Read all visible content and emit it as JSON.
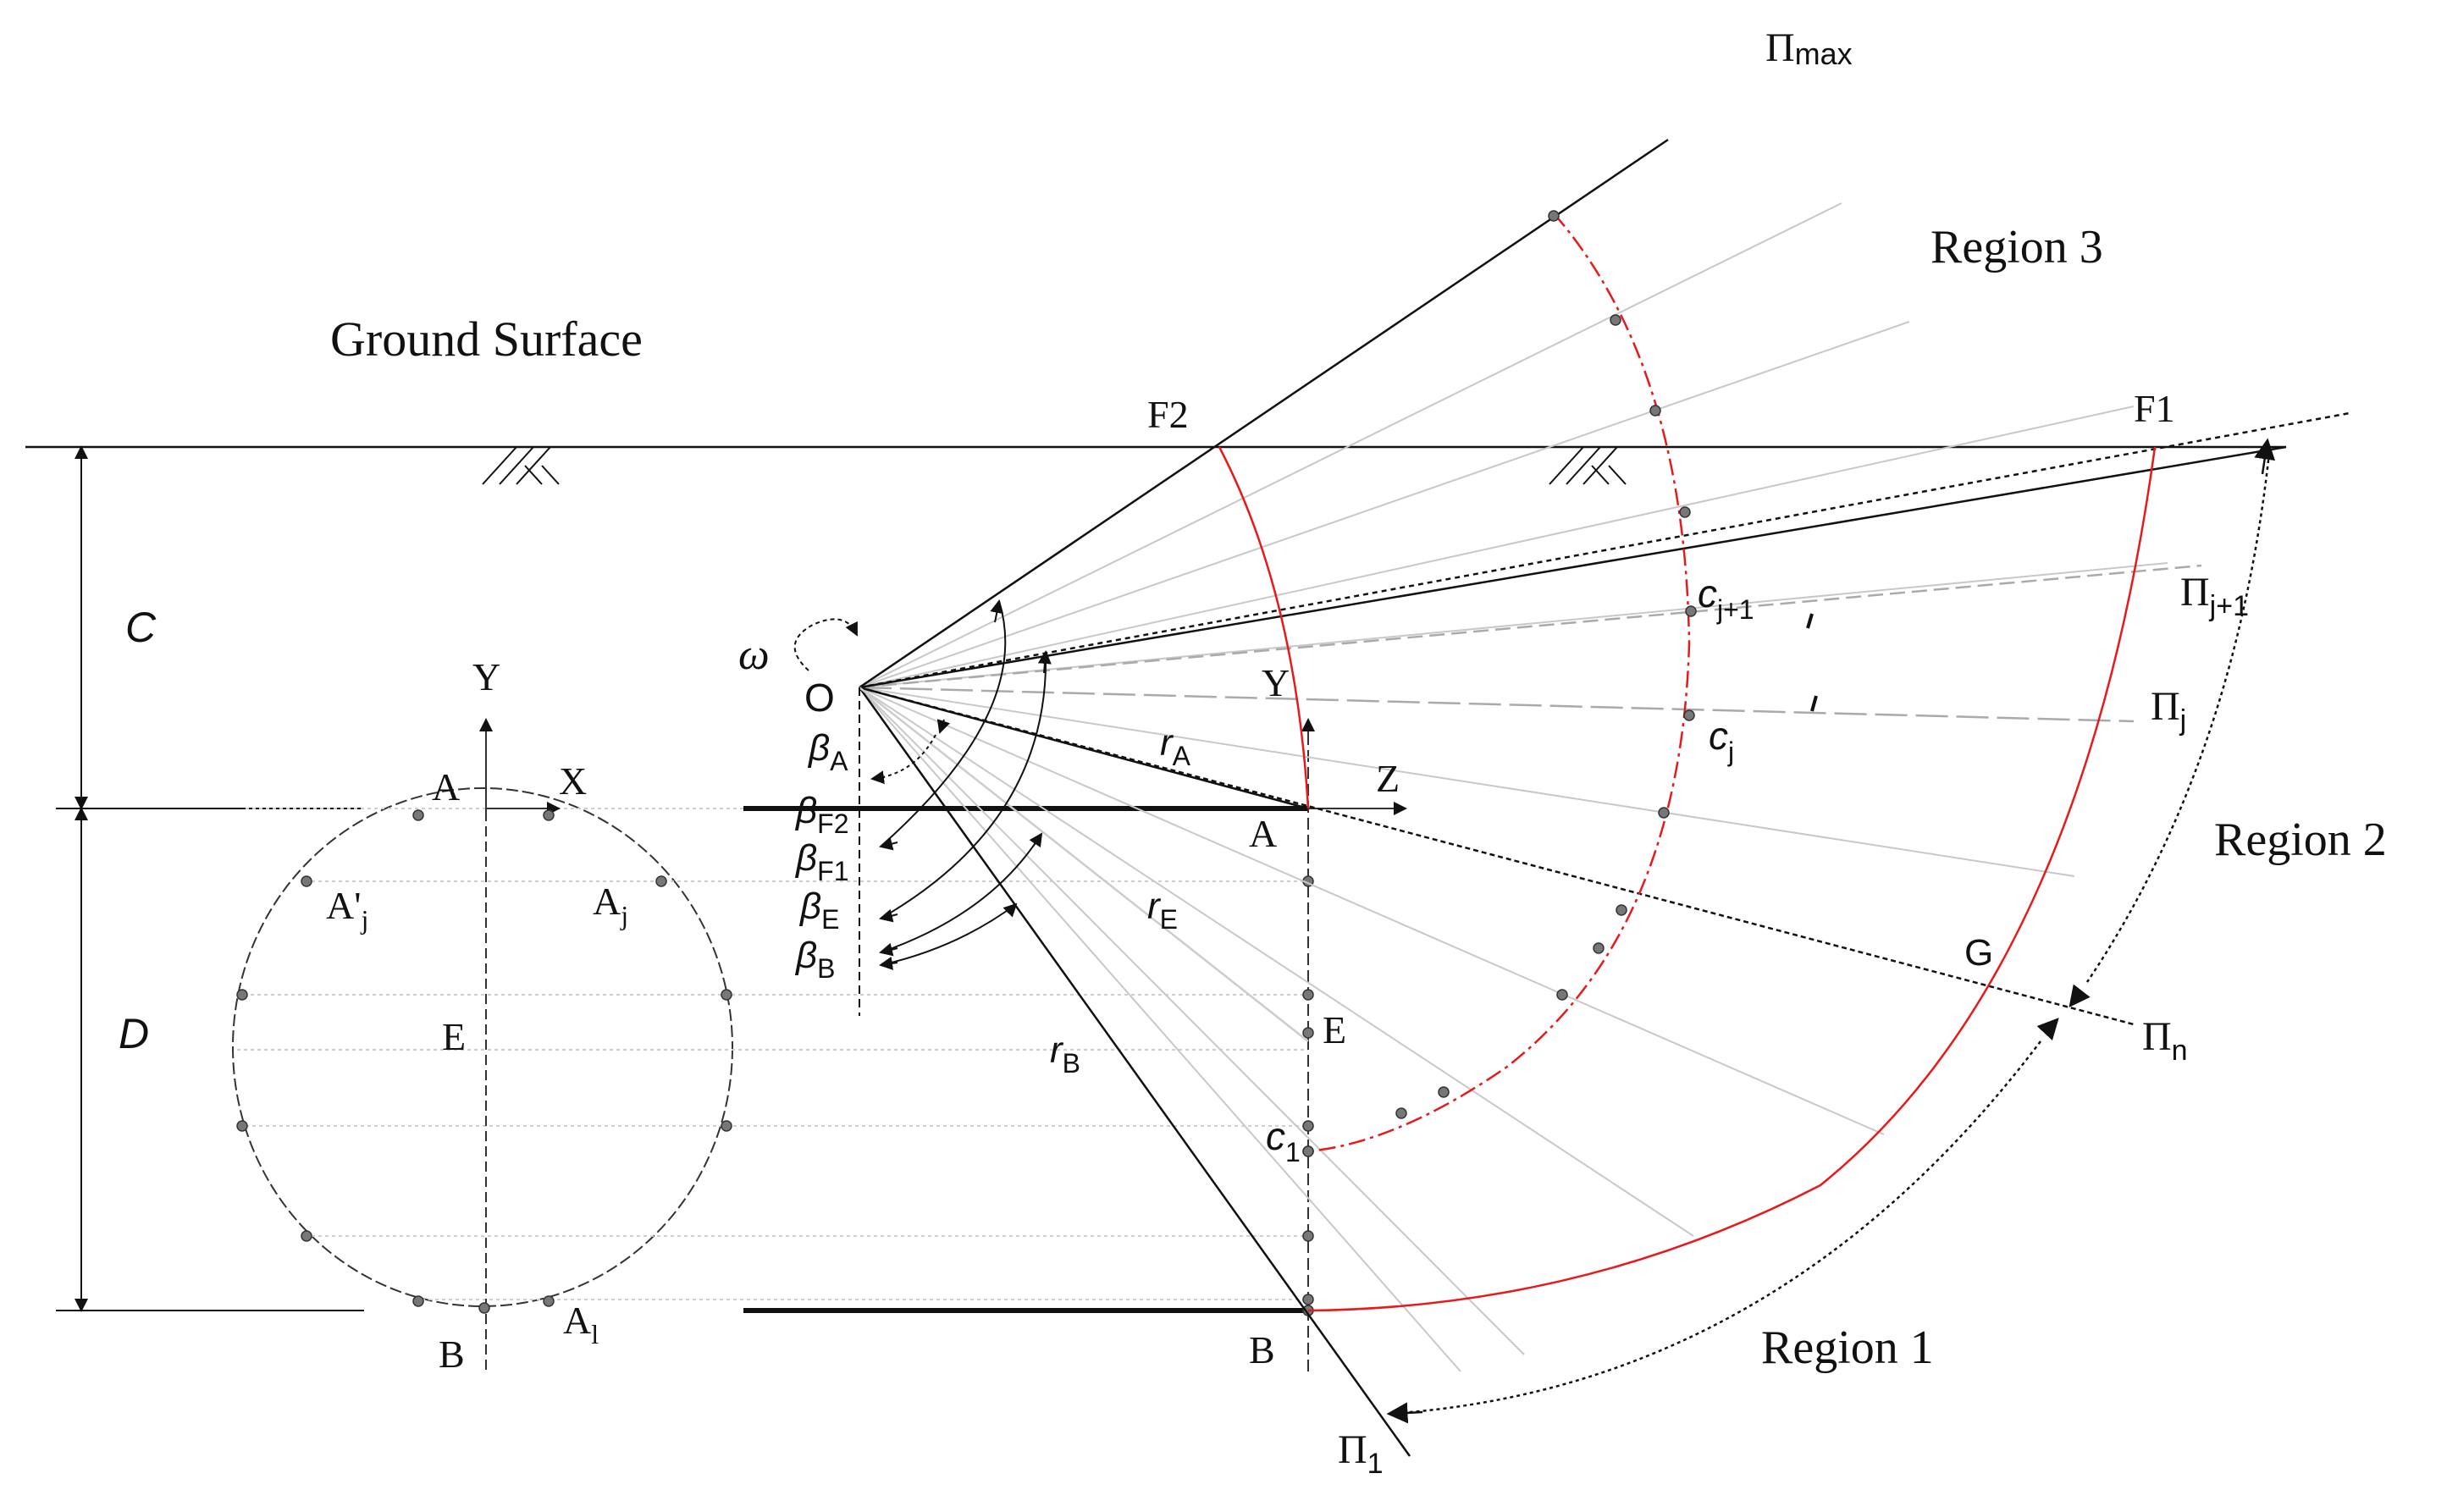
{
  "labels": {
    "ground_surface": "Ground Surface",
    "region1": "Region 1",
    "region2": "Region 2",
    "region3": "Region 3",
    "C": "C",
    "D": "D",
    "O": "O",
    "omega": "ω",
    "F1": "F1",
    "F2": "F2",
    "G": "G",
    "E_tunnel": "E",
    "E_face": "E",
    "A_tunnel": "A",
    "B_tunnel": "B",
    "A_face": "A",
    "B_face": "B",
    "Aj": "A",
    "Aj_sub": "j",
    "Apj": "A'",
    "Apj_sub": "j",
    "A1": "A",
    "A1_sub": "l",
    "X_axis": "X",
    "Y_axis_tunnel": "Y",
    "Y_axis_face": "Y",
    "Z_axis": "Z",
    "rA": "r",
    "rA_sub": "A",
    "rE": "r",
    "rE_sub": "E",
    "rB": "r",
    "rB_sub": "B",
    "betaA": "β",
    "betaA_sub": "A",
    "betaF2": "β",
    "betaF2_sub": "F2",
    "betaF1": "β",
    "betaF1_sub": "F1",
    "betaE": "β",
    "betaE_sub": "E",
    "betaB": "β",
    "betaB_sub": "B",
    "cj1": "c",
    "cj1_sub": "j+1",
    "cj": "c",
    "cj_sub": "j",
    "c1": "c",
    "c1_sub": "1",
    "Pi_max": "Π",
    "Pi_max_sub": "max",
    "Pi_j1": "Π",
    "Pi_j1_sub": "j+1",
    "Pi_j": "Π",
    "Pi_j_sub": "j",
    "Pi_n": "Π",
    "Pi_n_sub": "n",
    "Pi_1": "Π",
    "Pi_1_sub": "1"
  },
  "colors": {
    "line": "#111111",
    "light_line": "#c8c8c8",
    "red_curve": "#e8191a",
    "node": "#777777"
  }
}
